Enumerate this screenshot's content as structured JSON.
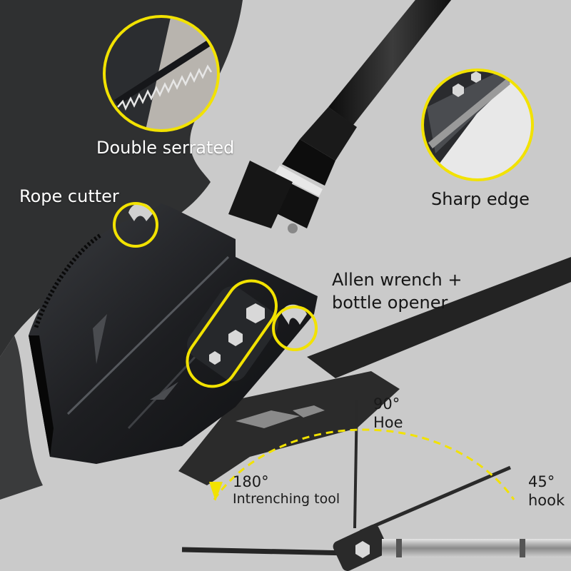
{
  "callouts": {
    "double_serrated": "Double serrated",
    "rope_cutter": "Rope cutter",
    "sharp_edge": "Sharp edge",
    "allen_wrench_line1": "Allen wrench +",
    "allen_wrench_line2": "bottle opener"
  },
  "angles": {
    "a90": {
      "value": "90°",
      "mode": "Hoe"
    },
    "a45": {
      "value": "45°",
      "mode": "hook"
    },
    "a180": {
      "value": "180°",
      "mode": "Intrenching tool"
    }
  },
  "colors": {
    "highlight": "#f2e200",
    "blade": "#1c1d1f",
    "wall": "#c9c9c9",
    "wall_dark": "#333333"
  }
}
